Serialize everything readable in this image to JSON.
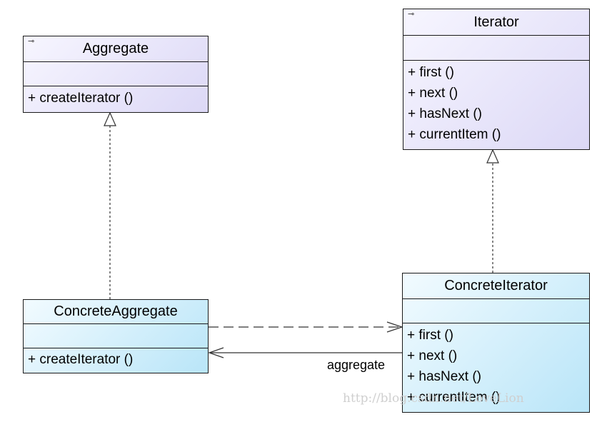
{
  "classes": {
    "aggregate": {
      "name": "Aggregate",
      "operations": [
        "+ createIterator ()"
      ]
    },
    "iterator": {
      "name": "Iterator",
      "operations": [
        "+ first ()",
        "+ next ()",
        "+ hasNext ()",
        "+ currentItem ()"
      ]
    },
    "concrete_aggregate": {
      "name": "ConcreteAggregate",
      "operations": [
        "+ createIterator ()"
      ]
    },
    "concrete_iterator": {
      "name": "ConcreteIterator",
      "operations": [
        "+ first ()",
        "+ next ()",
        "+ hasNext ()",
        "+ currentItem ()"
      ]
    }
  },
  "interface_marker": "⊸",
  "association_label": "aggregate",
  "watermark": "http://blog.csdn.net/LoveLion",
  "colors": {
    "interface_fill": "#dcd8f6",
    "concrete_fill": "#b9e5f8",
    "border": "#1a1a1a"
  }
}
